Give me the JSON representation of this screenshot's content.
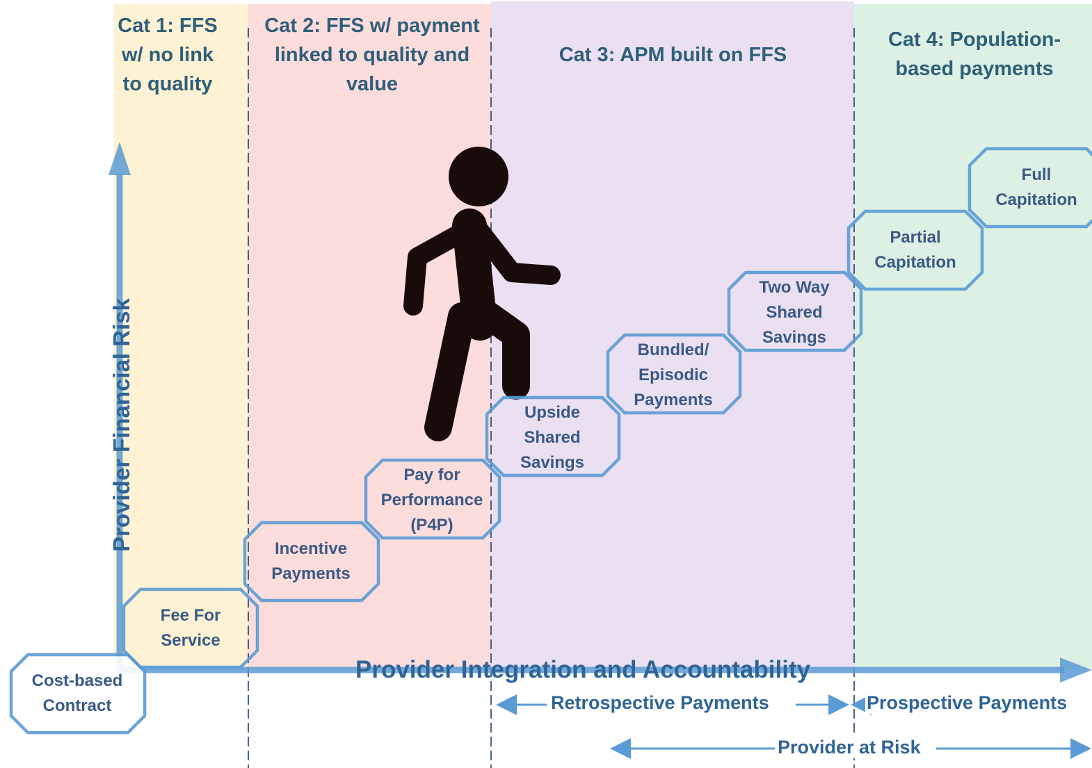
{
  "categories": [
    {
      "title_lines": [
        "Cat 1: FFS",
        "w/ no link",
        "to quality"
      ],
      "color": "#fdf2d3"
    },
    {
      "title_lines": [
        "Cat 2: FFS w/ payment",
        "linked to quality and",
        "value"
      ],
      "color": "#fddcdc"
    },
    {
      "title_lines": [
        "Cat 3: APM built on FFS"
      ],
      "color": "#ebe0f1"
    },
    {
      "title_lines": [
        "Cat 4: Population-",
        "based payments"
      ],
      "color": "#dcf1e3"
    }
  ],
  "steps": [
    {
      "lines": [
        "Cost-based",
        "Contract"
      ]
    },
    {
      "lines": [
        "Fee For",
        "Service"
      ]
    },
    {
      "lines": [
        "Incentive",
        "Payments"
      ]
    },
    {
      "lines": [
        "Pay for",
        "Performance",
        "(P4P)"
      ]
    },
    {
      "lines": [
        "Upside",
        "Shared",
        "Savings"
      ]
    },
    {
      "lines": [
        "Bundled/",
        "Episodic",
        "Payments"
      ]
    },
    {
      "lines": [
        "Two Way",
        "Shared",
        "Savings"
      ]
    },
    {
      "lines": [
        "Partial",
        "Capitation"
      ]
    },
    {
      "lines": [
        "Full",
        "Capitation"
      ]
    }
  ],
  "axes": {
    "x_label": "Provider Integration and Accountability",
    "y_label": "Provider Financial Risk"
  },
  "payment_timing": {
    "retrospective": "Retrospective Payments",
    "prospective": "Prospective Payments",
    "at_risk": "Provider at Risk"
  },
  "colors": {
    "axis": "#5b9bd5",
    "step_border": "#5b9bd5",
    "figure": "#1a0b0b",
    "divider": "#1f3f68"
  },
  "icons": {
    "figure": "person-climbing-stairs-icon"
  }
}
